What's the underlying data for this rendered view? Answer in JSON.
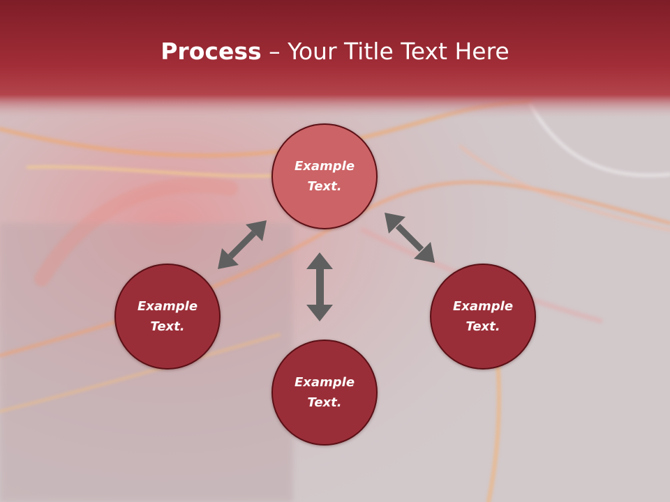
{
  "slide": {
    "title_bold": "Process",
    "title_rest": " – Your Title Text Here",
    "colors": {
      "header": "#9b2a33",
      "circle_top": "#cc6366",
      "circle_other": "#9a2e38",
      "arrow": "#5f5f5f"
    }
  },
  "diagram": {
    "nodes": [
      {
        "id": "top",
        "text": "Example\nText."
      },
      {
        "id": "left",
        "text": "Example\nText."
      },
      {
        "id": "right",
        "text": "Example\nText."
      },
      {
        "id": "bottom",
        "text": "Example\nText."
      }
    ],
    "arrows": [
      "top-left double arrow",
      "center vertical double arrow",
      "top-right double arrow"
    ]
  }
}
